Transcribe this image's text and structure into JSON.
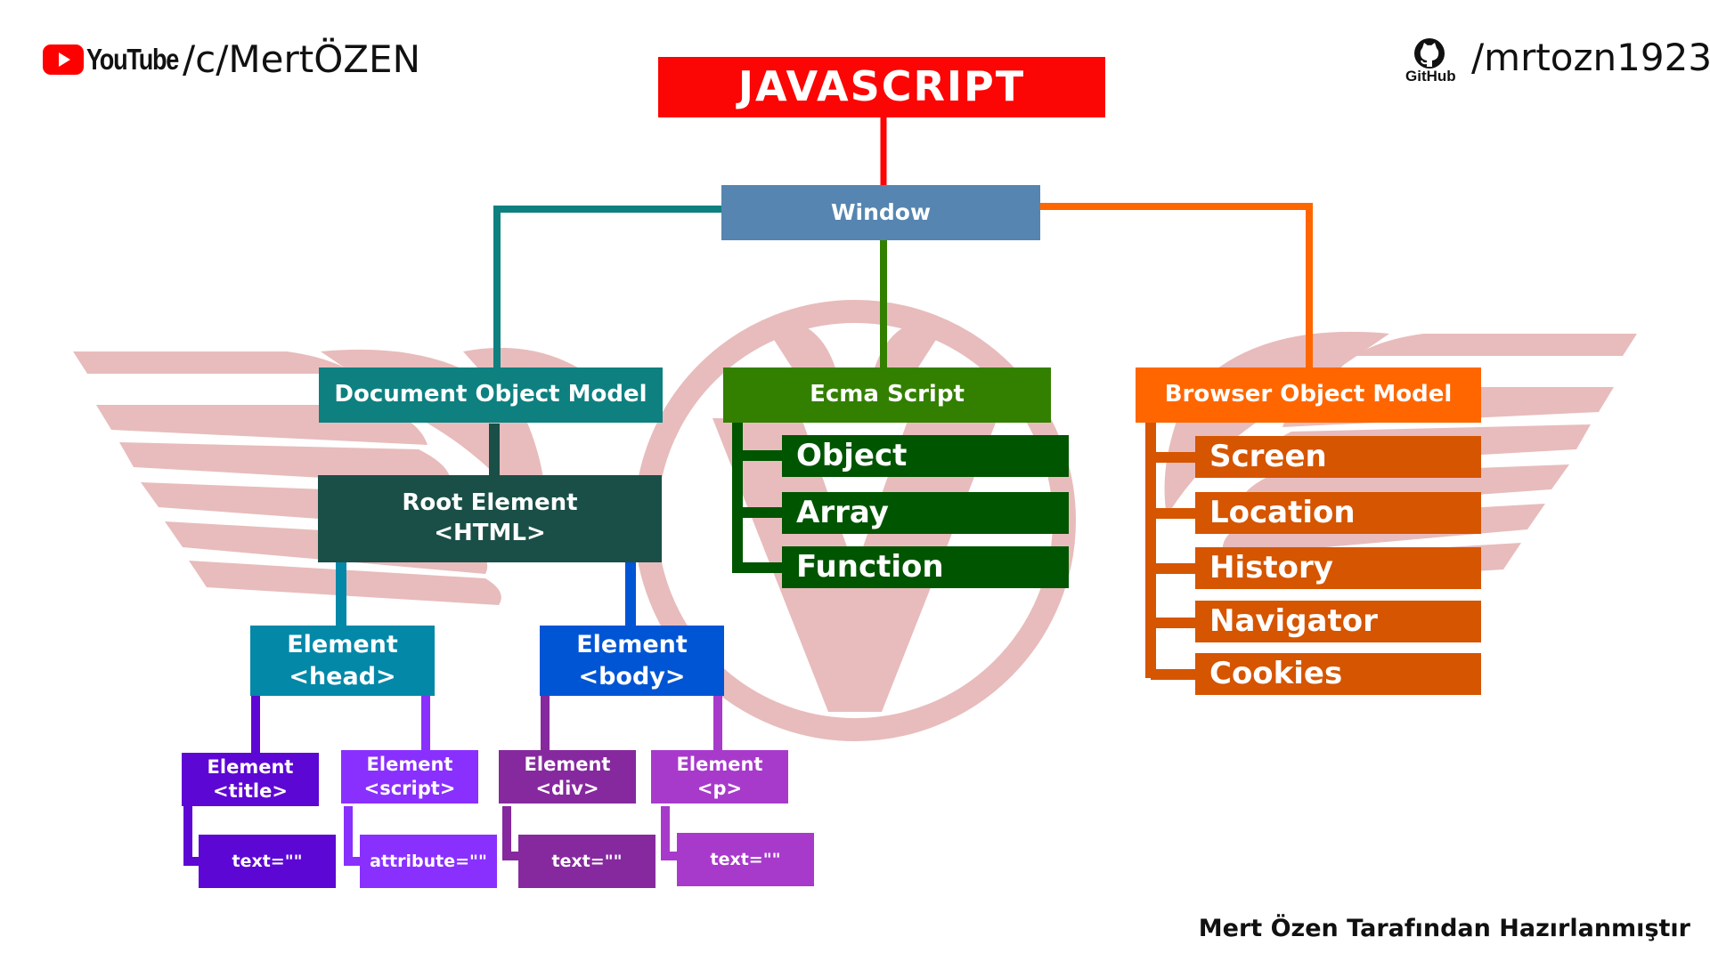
{
  "header": {
    "youtube_logo_text": "YouTube",
    "youtube_channel": "/c/MertÖZEN",
    "github_logo_text": "GitHub",
    "github_handle": "/mrtozn1923"
  },
  "colors": {
    "javascript": "#fc0505",
    "window": "#5585b0",
    "dom": "#0e8080",
    "ecma": "#338000",
    "ecma_items": "#005500",
    "bom": "#ff6600",
    "bom_items": "#d55500",
    "root": "#1a4f47",
    "head": "#0388a8",
    "body": "#0055d4",
    "title": "#5d07d4",
    "script": "#8930ff",
    "div": "#86299e",
    "p": "#a83acb",
    "emblem": "#e8bcbc"
  },
  "nodes": {
    "javascript": "JAVASCRIPT",
    "window": "Window",
    "dom": "Document Object Model",
    "ecma": "Ecma Script",
    "bom": "Browser Object Model",
    "root": "Root Element\n<HTML>",
    "head": "Element\n<head>",
    "body": "Element\n<body>",
    "title": "Element\n<title>",
    "script": "Element\n<script>",
    "div": "Element\n<div>",
    "p": "Element\n<p>",
    "title_text": "text=\"\"",
    "script_attr": "attribute=\"\"",
    "div_text": "text=\"\"",
    "p_text": "text=\"\""
  },
  "ecma_items": [
    "Object",
    "Array",
    "Function"
  ],
  "bom_items": [
    "Screen",
    "Location",
    "History",
    "Navigator",
    "Cookies"
  ],
  "footer": "Mert Özen Tarafından Hazırlanmıştır"
}
